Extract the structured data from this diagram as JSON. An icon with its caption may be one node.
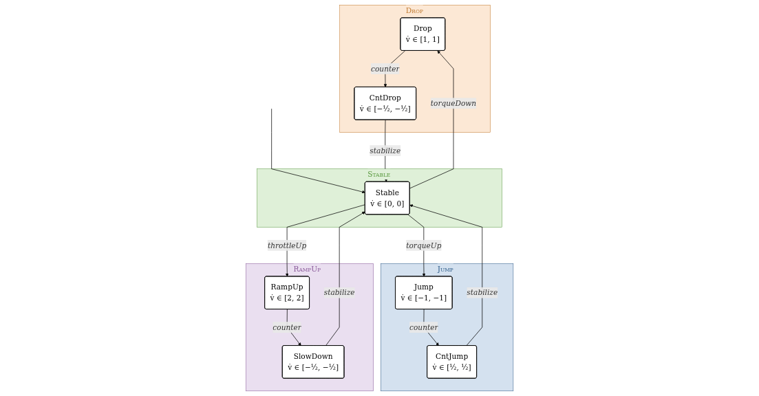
{
  "diagram": {
    "nodes": [
      {
        "text": [
          "Drop"
        ]
      },
      {
        "text": [
          "Drop",
          "v̇ ∈ [1, 1]"
        ],
        "in": 0
      },
      {
        "text": [
          "CntDrop",
          "v̇ ∈ [−½, −½]"
        ],
        "in": 0
      },
      {
        "text": [
          "Stable"
        ]
      },
      {
        "text": [
          "Stable",
          "v̇ ∈ [0, 0]"
        ],
        "in": 3
      },
      {
        "text": [
          "Jump"
        ]
      },
      {
        "text": [
          "Jump",
          "v̇ ∈ [−1, −1]"
        ],
        "in": 5
      },
      {
        "text": [
          "CntJump",
          "v̇ ∈ [½, ½]"
        ],
        "in": 5
      },
      {
        "text": [
          "RampUp"
        ]
      },
      {
        "text": [
          "RampUp",
          "v̇ ∈ [2, 2]"
        ],
        "in": 8
      },
      {
        "text": [
          "SlowDown",
          "v̇ ∈ [−½, −½]"
        ],
        "in": 8
      }
    ],
    "edges": [
      {
        "from": null,
        "to": 4,
        "arrow": "to"
      },
      {
        "from": 4,
        "to": 1,
        "arrow": "to",
        "label": "torqueDown"
      },
      {
        "from": 4,
        "to": 6,
        "arrow": "to",
        "label": "torqueUp"
      },
      {
        "from": 1,
        "to": 2,
        "arrow": "to",
        "label": "counter"
      },
      {
        "from": 2,
        "to": 4,
        "arrow": "to",
        "label": "stabilize"
      },
      {
        "from": 4,
        "to": 9,
        "arrow": "to",
        "label": "throttleUp"
      },
      {
        "from": 10,
        "to": 4,
        "arrow": "to",
        "label": "stabilize"
      },
      {
        "from": 7,
        "to": 4,
        "arrow": "to",
        "label": "stabilize"
      },
      {
        "from": 6,
        "to": 7,
        "arrow": "to",
        "label": "counter"
      },
      {
        "from": 9,
        "to": 10,
        "arrow": "to",
        "label": "counter"
      }
    ]
  }
}
